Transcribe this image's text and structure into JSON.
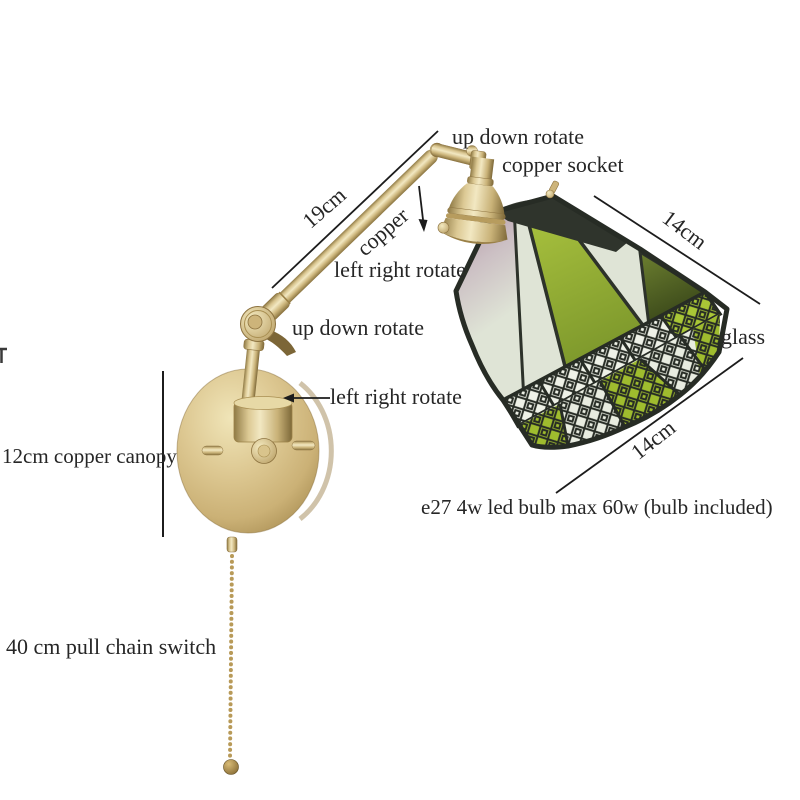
{
  "product": "brass swing-arm wall lamp with stained glass shade",
  "labels": {
    "up_down_rotate_top": "up down rotate",
    "copper_socket": "copper socket",
    "arm_length": "19cm",
    "copper": "copper",
    "left_right_rotate_upper": "left right rotate",
    "up_down_rotate_mid": "up down rotate",
    "left_right_rotate_lower": "left right rotate",
    "canopy": "12cm copper canopy",
    "shade_width_top": "14cm",
    "glass": "glass",
    "shade_width_bottom": "14cm",
    "bulb_note": "e27 4w led bulb max 60w  (bulb included)",
    "pull_chain": "40 cm pull chain switch"
  },
  "colors": {
    "background": "#ffffff",
    "text": "#262626",
    "annotation_line": "#1c1c1c",
    "brass": "#d7c28d",
    "brass_highlight": "#f2e8c2",
    "brass_shadow": "#8a7440",
    "glass_leading": "#2d322a",
    "glass_green": "#8fae33",
    "glass_clear": "#dfe4d6",
    "glass_purple_tint": "#b293a1",
    "glass_olive": "#55682a"
  }
}
